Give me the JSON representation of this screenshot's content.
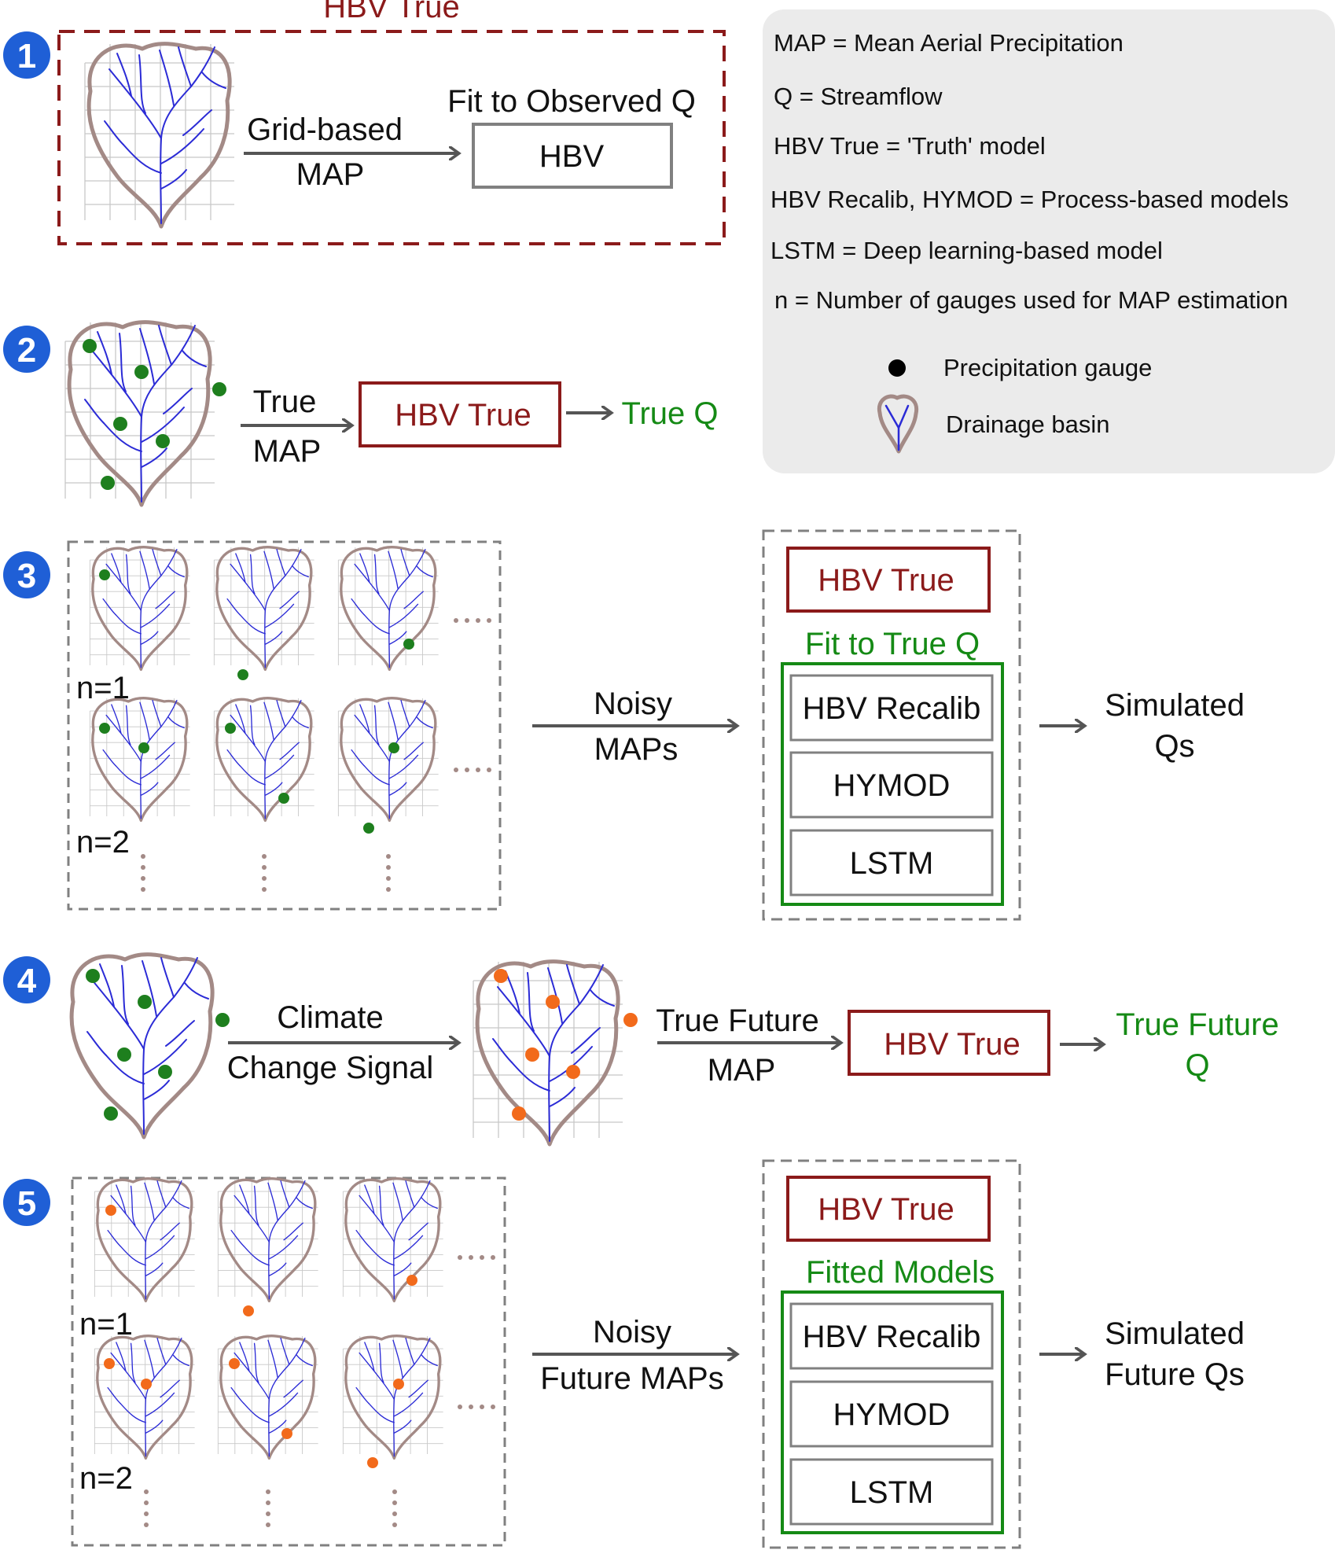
{
  "colors": {
    "hbv_true": "#8b1a1a",
    "fit_green": "#158a15",
    "gauge_green": "#1e7f1e",
    "gauge_orange": "#f26a1b",
    "river_blue": "#2b2bd6",
    "basin_outline": "#a38a86",
    "grid": "#c8c8c8",
    "neutral_gray": "#808080",
    "legend_bg": "#ebebeb",
    "step_badge": "#1f5fd6"
  },
  "icons": {
    "step_badge": "numbered-circle",
    "gauge": "filled-dot",
    "basin": "drainage-basin-outline",
    "arrow": "right-arrow",
    "ellipsis": "dotted-continuation"
  },
  "legend": {
    "items": [
      "MAP = Mean Aerial Precipitation",
      "Q = Streamflow",
      "HBV True = 'Truth' model",
      "HBV Recalib, HYMOD = Process-based models",
      "LSTM = Deep learning-based model",
      "n = Number of gauges used for MAP estimation"
    ],
    "gauge_label": "Precipitation gauge",
    "basin_label": "Drainage basin"
  },
  "step1": {
    "number": "1",
    "frame_title": "HBV True",
    "arrow_label_top": "Grid-based",
    "arrow_label_bottom": "MAP",
    "fit_label": "Fit to Observed Q",
    "box_label": "HBV"
  },
  "step2": {
    "number": "2",
    "arrow_label_top": "True",
    "arrow_label_bottom": "MAP",
    "box_label": "HBV True",
    "output_label": "True Q"
  },
  "step3": {
    "number": "3",
    "row1_label": "n=1",
    "row2_label": "n=2",
    "arrow_label_top": "Noisy",
    "arrow_label_bottom": "MAPs",
    "truth_box": "HBV True",
    "fit_label": "Fit to True Q",
    "models": [
      "HBV Recalib",
      "HYMOD",
      "LSTM"
    ],
    "output_top": "Simulated",
    "output_bottom": "Qs"
  },
  "step4": {
    "number": "4",
    "arrow1_top": "Climate",
    "arrow1_bottom": "Change Signal",
    "arrow2_top": "True Future",
    "arrow2_bottom": "MAP",
    "box_label": "HBV True",
    "output_top": "True Future",
    "output_bottom": "Q"
  },
  "step5": {
    "number": "5",
    "row1_label": "n=1",
    "row2_label": "n=2",
    "arrow_label_top": "Noisy",
    "arrow_label_bottom": "Future MAPs",
    "truth_box": "HBV True",
    "fit_label": "Fitted Models",
    "models": [
      "HBV Recalib",
      "HYMOD",
      "LSTM"
    ],
    "output_top": "Simulated",
    "output_bottom": "Future Qs"
  }
}
